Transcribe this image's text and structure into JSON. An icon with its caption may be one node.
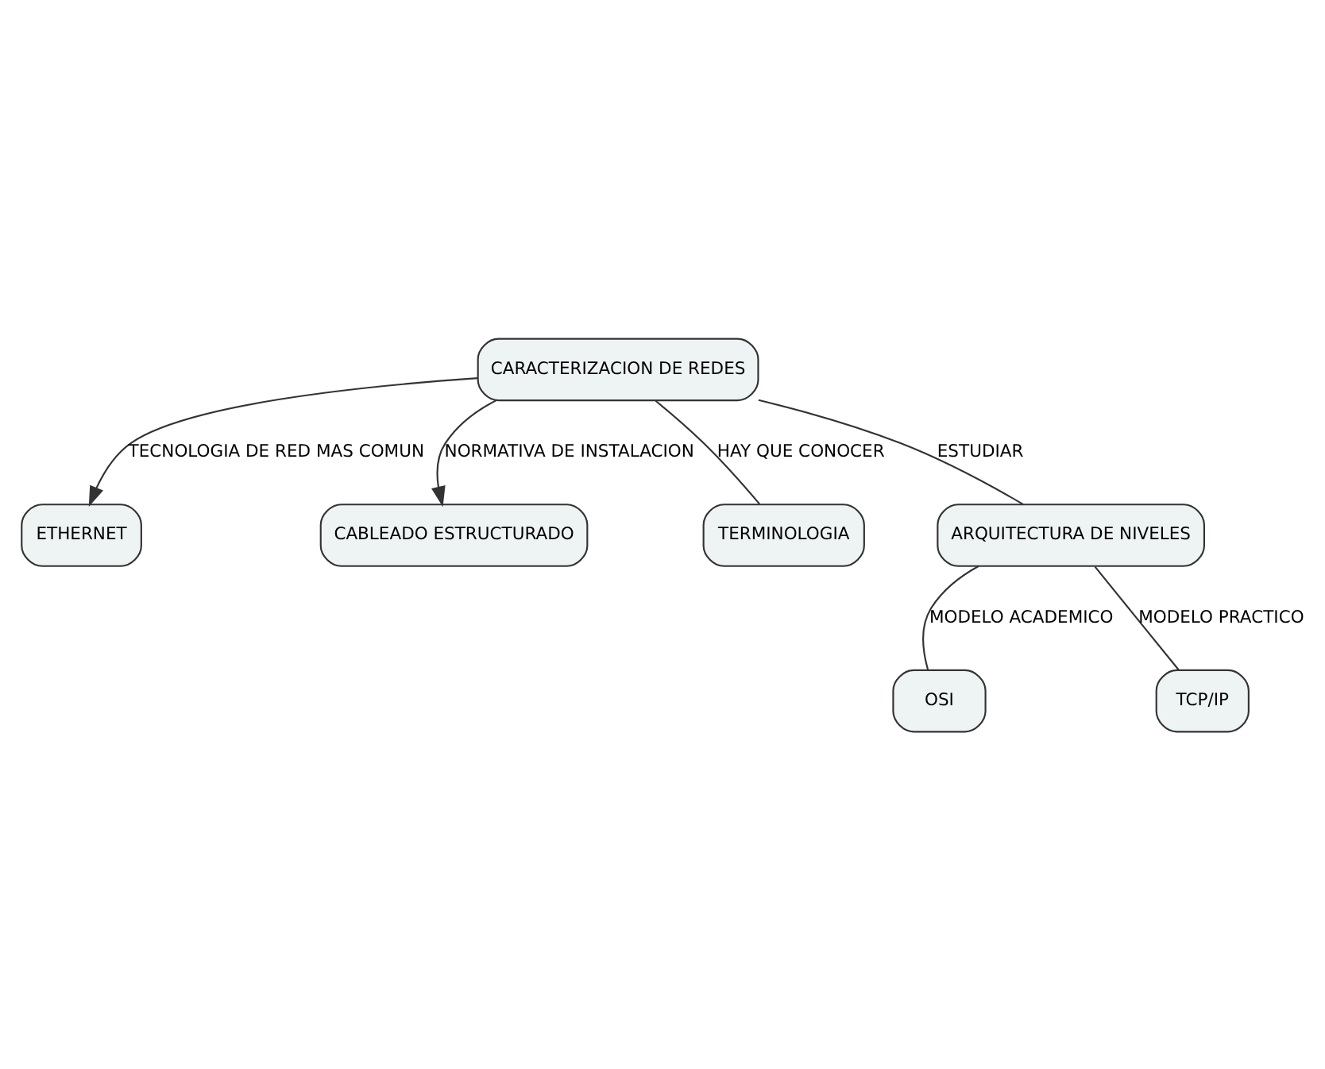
{
  "diagram": {
    "nodes": [
      {
        "text": [
          "ETHERNET"
        ]
      },
      {
        "text": [
          "CABLEADO ESTRUCTURADO"
        ]
      },
      {
        "text": [
          "CARACTERIZACION DE REDES"
        ]
      },
      {
        "text": [
          "TERMINOLOGIA"
        ]
      },
      {
        "text": [
          "ARQUITECTURA DE NIVELES"
        ]
      },
      {
        "text": [
          "OSI"
        ]
      },
      {
        "text": [
          "TCP/IP"
        ]
      }
    ],
    "edges": [
      {
        "from": 2,
        "to": 1,
        "arrow": "to",
        "label": "NORMATIVA DE INSTALACION"
      },
      {
        "from": 2,
        "to": 0,
        "arrow": "to",
        "label": "TECNOLOGIA DE RED MAS COMUN"
      },
      {
        "from": 2,
        "to": 3,
        "arrow": "none",
        "label": "HAY QUE CONOCER"
      },
      {
        "from": 2,
        "to": 4,
        "arrow": "none",
        "label": "ESTUDIAR"
      },
      {
        "from": 4,
        "to": 5,
        "arrow": "none",
        "label": "MODELO ACADEMICO"
      },
      {
        "from": 4,
        "to": 6,
        "arrow": "none",
        "label": "MODELO PRACTICO"
      }
    ]
  }
}
